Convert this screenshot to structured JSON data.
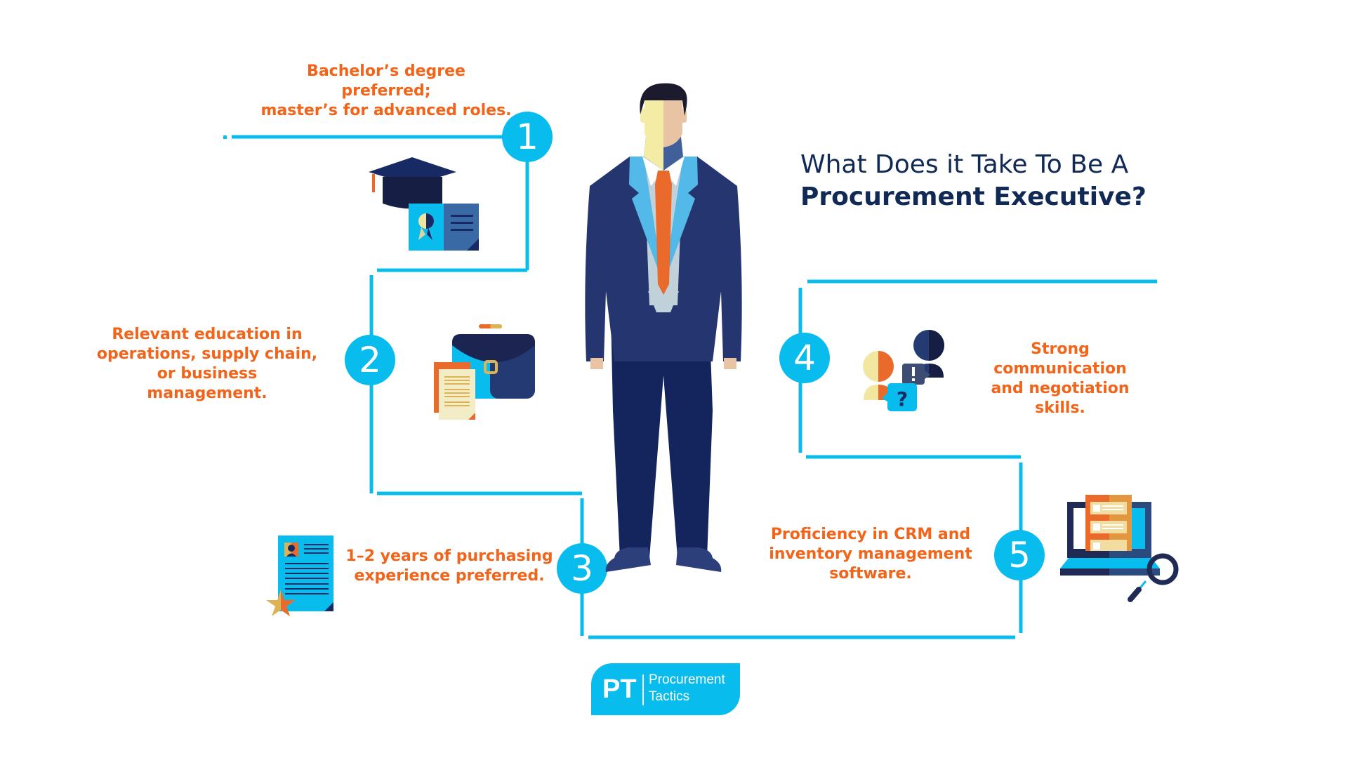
{
  "title": {
    "line1": "What Does it Take To Be A",
    "line2": "Procurement Executive?"
  },
  "steps": [
    {
      "number": "1",
      "text": "Bachelor’s degree preferred;\nmaster’s for advanced roles.",
      "icon": "graduation-cap-diploma-icon"
    },
    {
      "number": "2",
      "text": "Relevant education in\noperations, supply chain,\nor business management.",
      "icon": "briefcase-documents-icon"
    },
    {
      "number": "3",
      "text": "1–2 years of purchasing\nexperience preferred.",
      "icon": "resume-star-icon"
    },
    {
      "number": "4",
      "text": "Strong communication\nand negotiation skills.",
      "icon": "people-conversation-icon"
    },
    {
      "number": "5",
      "text": "Proficiency in CRM and\ninventory management\nsoftware.",
      "icon": "laptop-magnifier-icon"
    }
  ],
  "logo": {
    "initials": "PT",
    "line1": "Procurement",
    "line2": "Tactics"
  },
  "colors": {
    "accent_blue": "#08bdee",
    "text_orange": "#f26419",
    "title_navy": "#112a55",
    "suit_navy": "#24356f"
  }
}
